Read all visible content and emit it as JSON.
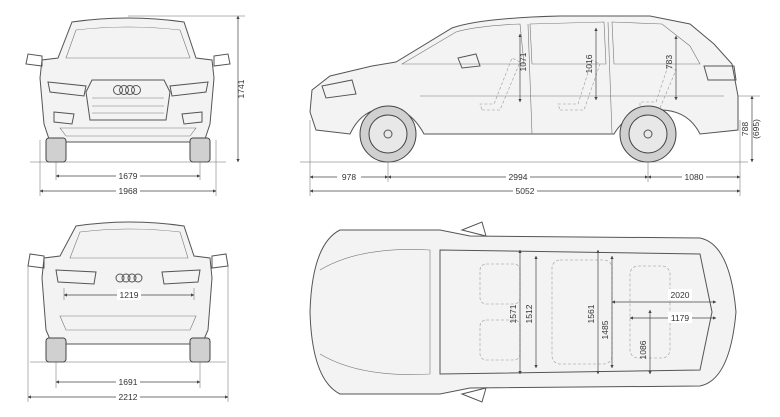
{
  "front_view": {
    "overall_height": "1741",
    "front_track": "1679",
    "overall_width": "1968"
  },
  "side_view": {
    "front_overhang": "978",
    "wheelbase": "2994",
    "rear_overhang": "1080",
    "overall_length": "5052",
    "ground_clearance": "788",
    "ground_clearance_alt": "(695)",
    "front_headroom": "1071",
    "second_row_headroom": "1016",
    "third_row_headroom": "783"
  },
  "rear_view": {
    "rear_track": "1691",
    "width_with_mirrors": "2212",
    "tailgate_opening_width": "1219"
  },
  "top_view": {
    "cargo_length": "2020",
    "cargo_width": "1179",
    "first_row_shoulder": "1571",
    "first_row_elbow": "1512",
    "second_row_shoulder": "1561",
    "second_row_elbow": "1485",
    "cargo_floor_width": "1086"
  }
}
